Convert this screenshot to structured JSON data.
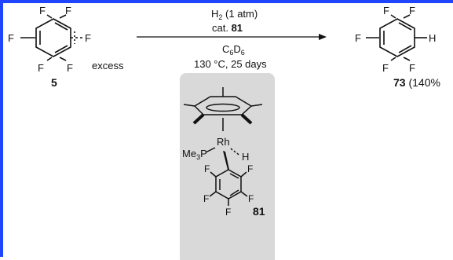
{
  "colors": {
    "frame": "#1f45ff",
    "catalyst_panel": "#d9d9d9",
    "bond": "#111111"
  },
  "reactant": {
    "ring_substituents": [
      "F",
      "F",
      "F",
      "F",
      "F"
    ],
    "dashed_substituent": "F",
    "compound_number": "5",
    "amount_note": "excess"
  },
  "conditions": {
    "above_arrow": {
      "gas": "H",
      "gas_subscript": "2",
      "pressure": " (1 atm)",
      "catalyst_prefix": "cat. ",
      "catalyst_number": "81"
    },
    "below_arrow": {
      "solvent_c": "C",
      "solvent_c_sub": "6",
      "solvent_d": "D",
      "solvent_d_sub": "6",
      "temperature_time": "130 °C, 25 days"
    }
  },
  "product": {
    "ring_substituents": [
      "F",
      "F",
      "F",
      "F",
      "F"
    ],
    "h_label": "H",
    "compound_number": "73",
    "yield_text": " (140%"
  },
  "catalyst": {
    "metal": "Rh",
    "hydride": "H",
    "phosphine_me": "Me",
    "phosphine_sub": "3",
    "phosphine_p": "P",
    "aryl_fluorines": [
      "F",
      "F",
      "F",
      "F",
      "F"
    ],
    "compound_number": "81"
  }
}
